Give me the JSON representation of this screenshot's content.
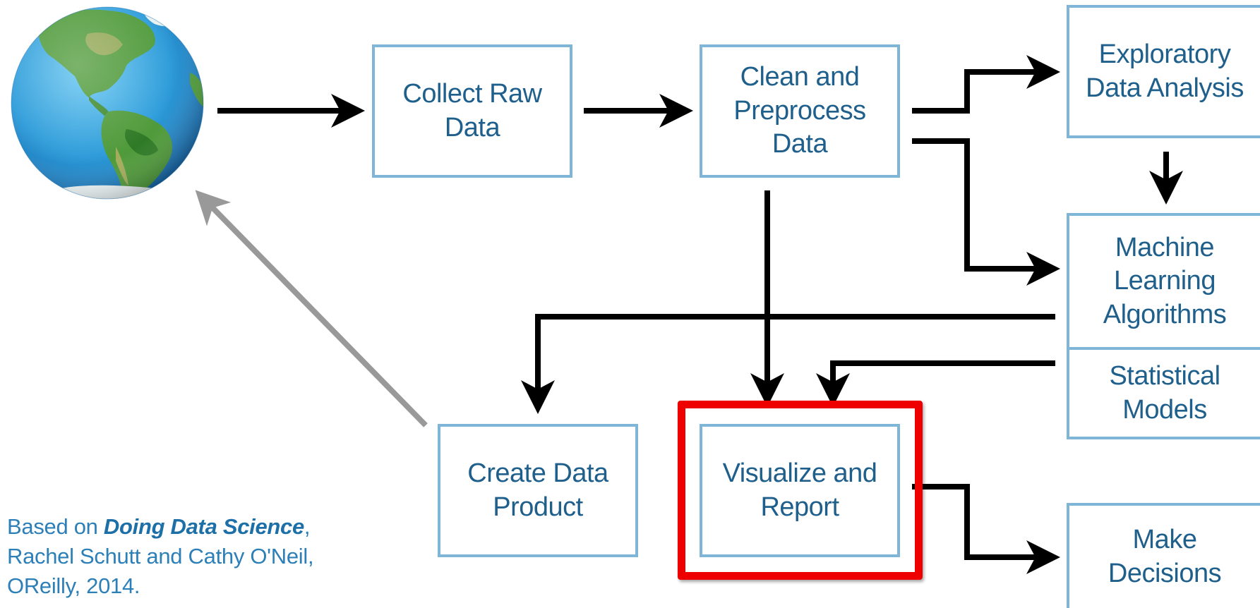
{
  "nodes": {
    "collect": "Collect Raw\nData",
    "clean": "Clean and\nPreprocess\nData",
    "eda": "Exploratory\nData Analysis",
    "ml": "Machine\nLearning\nAlgorithms",
    "stats": "Statistical\nModels",
    "product": "Create Data\nProduct",
    "visualize": "Visualize and\nReport",
    "decisions": "Make\nDecisions"
  },
  "citation": {
    "prefix": "Based on ",
    "book": "Doing Data Science",
    "suffix": ",",
    "line2": "Rachel Schutt and Cathy O'Neil,",
    "line3": "OReilly, 2014."
  },
  "colors": {
    "box_border": "#7fb6d8",
    "box_text": "#1f5f8b",
    "arrow": "#000000",
    "feedback_arrow": "#999999",
    "highlight": "#ee0000",
    "citation_text": "#2d7fb8"
  },
  "icons": {
    "globe": "earth-globe-icon"
  }
}
